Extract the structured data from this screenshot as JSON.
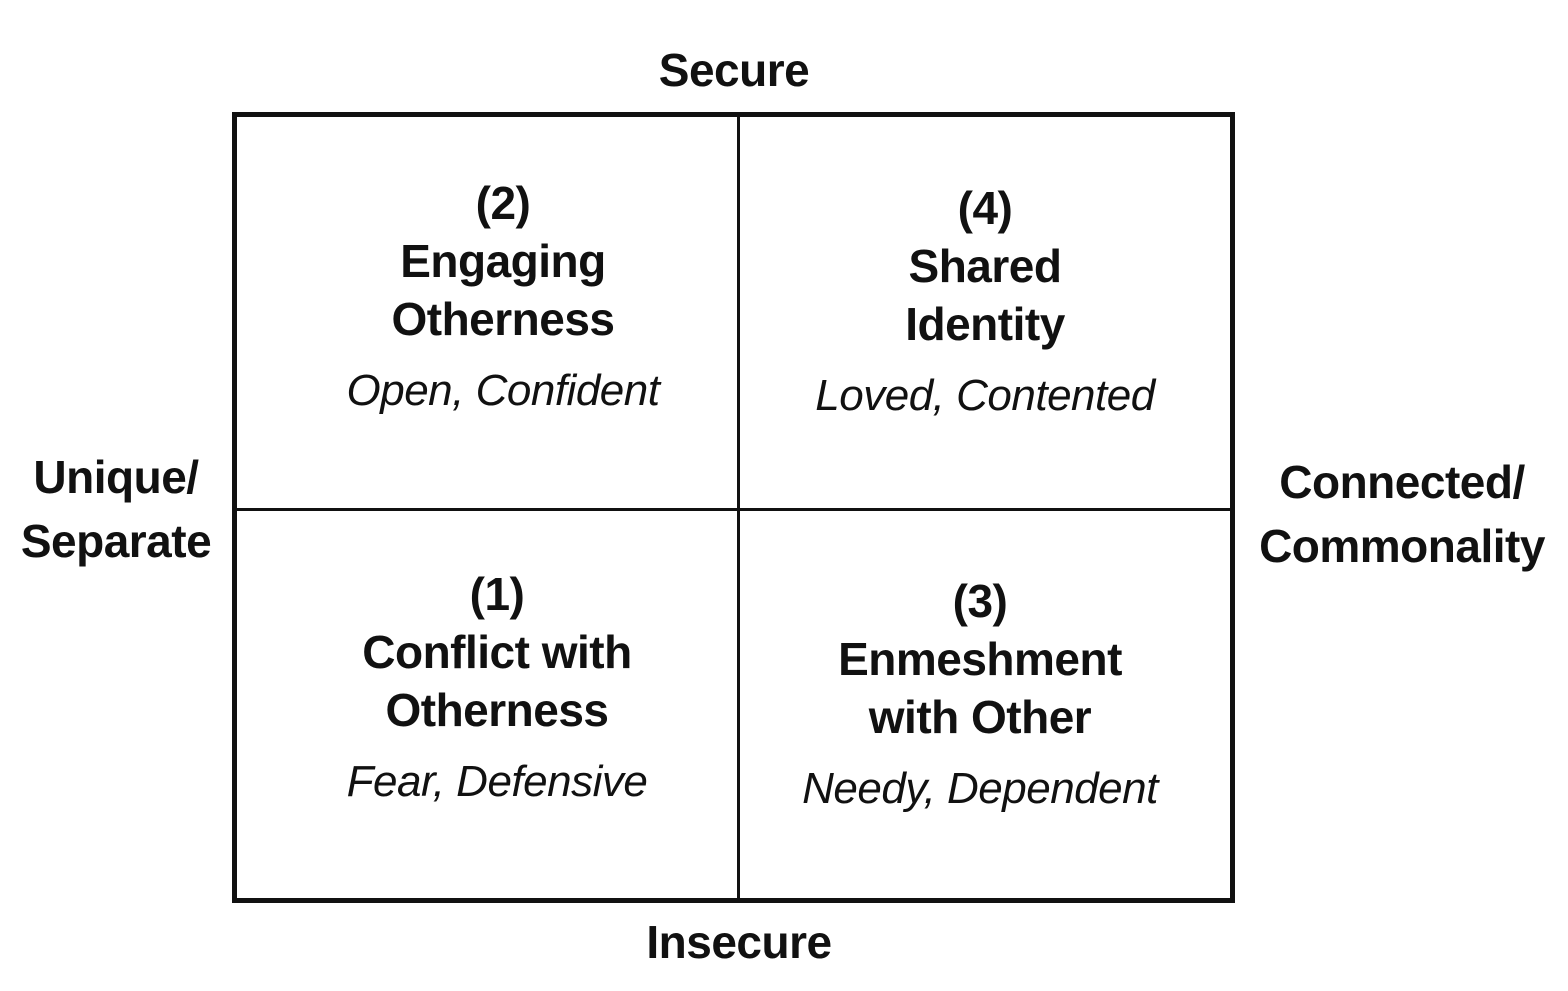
{
  "axes": {
    "top": "Secure",
    "bottom": "Insecure",
    "left": [
      "Unique/",
      "Separate"
    ],
    "right": [
      "Connected/",
      "Commonality"
    ]
  },
  "quadrants": {
    "top_left": {
      "number": "(2)",
      "title": [
        "Engaging",
        "Otherness"
      ],
      "description": "Open, Confident"
    },
    "top_right": {
      "number": "(4)",
      "title": [
        "Shared",
        "Identity"
      ],
      "description": "Loved, Contented"
    },
    "bottom_left": {
      "number": "(1)",
      "title": [
        "Conflict with",
        "Otherness"
      ],
      "description": "Fear, Defensive"
    },
    "bottom_right": {
      "number": "(3)",
      "title": [
        "Enmeshment",
        "with Other"
      ],
      "description": "Needy, Dependent"
    }
  },
  "colors": {
    "line": "#111111",
    "text": "#111111",
    "background": "#ffffff"
  }
}
